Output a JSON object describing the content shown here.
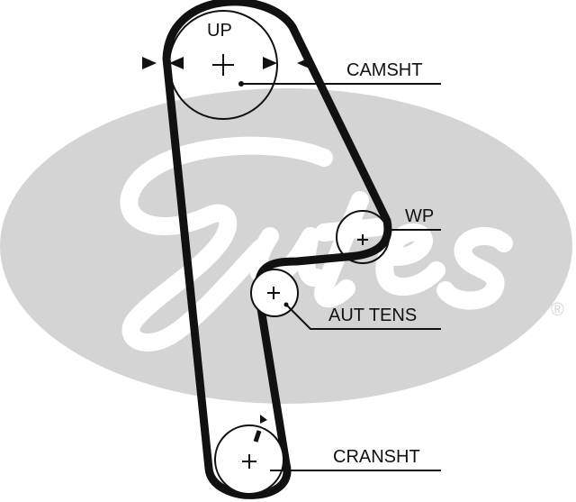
{
  "diagram": {
    "watermark": {
      "text": "Gates",
      "trademark": "®",
      "color": "#d4d4d4"
    },
    "belt_color": "#111111",
    "pulleys": {
      "camshaft": {
        "top_label": "UP",
        "callout": "CAMSHT"
      },
      "water_pump": {
        "callout": "WP"
      },
      "tensioner": {
        "callout": "AUT TENS"
      },
      "crankshaft": {
        "callout": "CRANSHT"
      }
    }
  }
}
